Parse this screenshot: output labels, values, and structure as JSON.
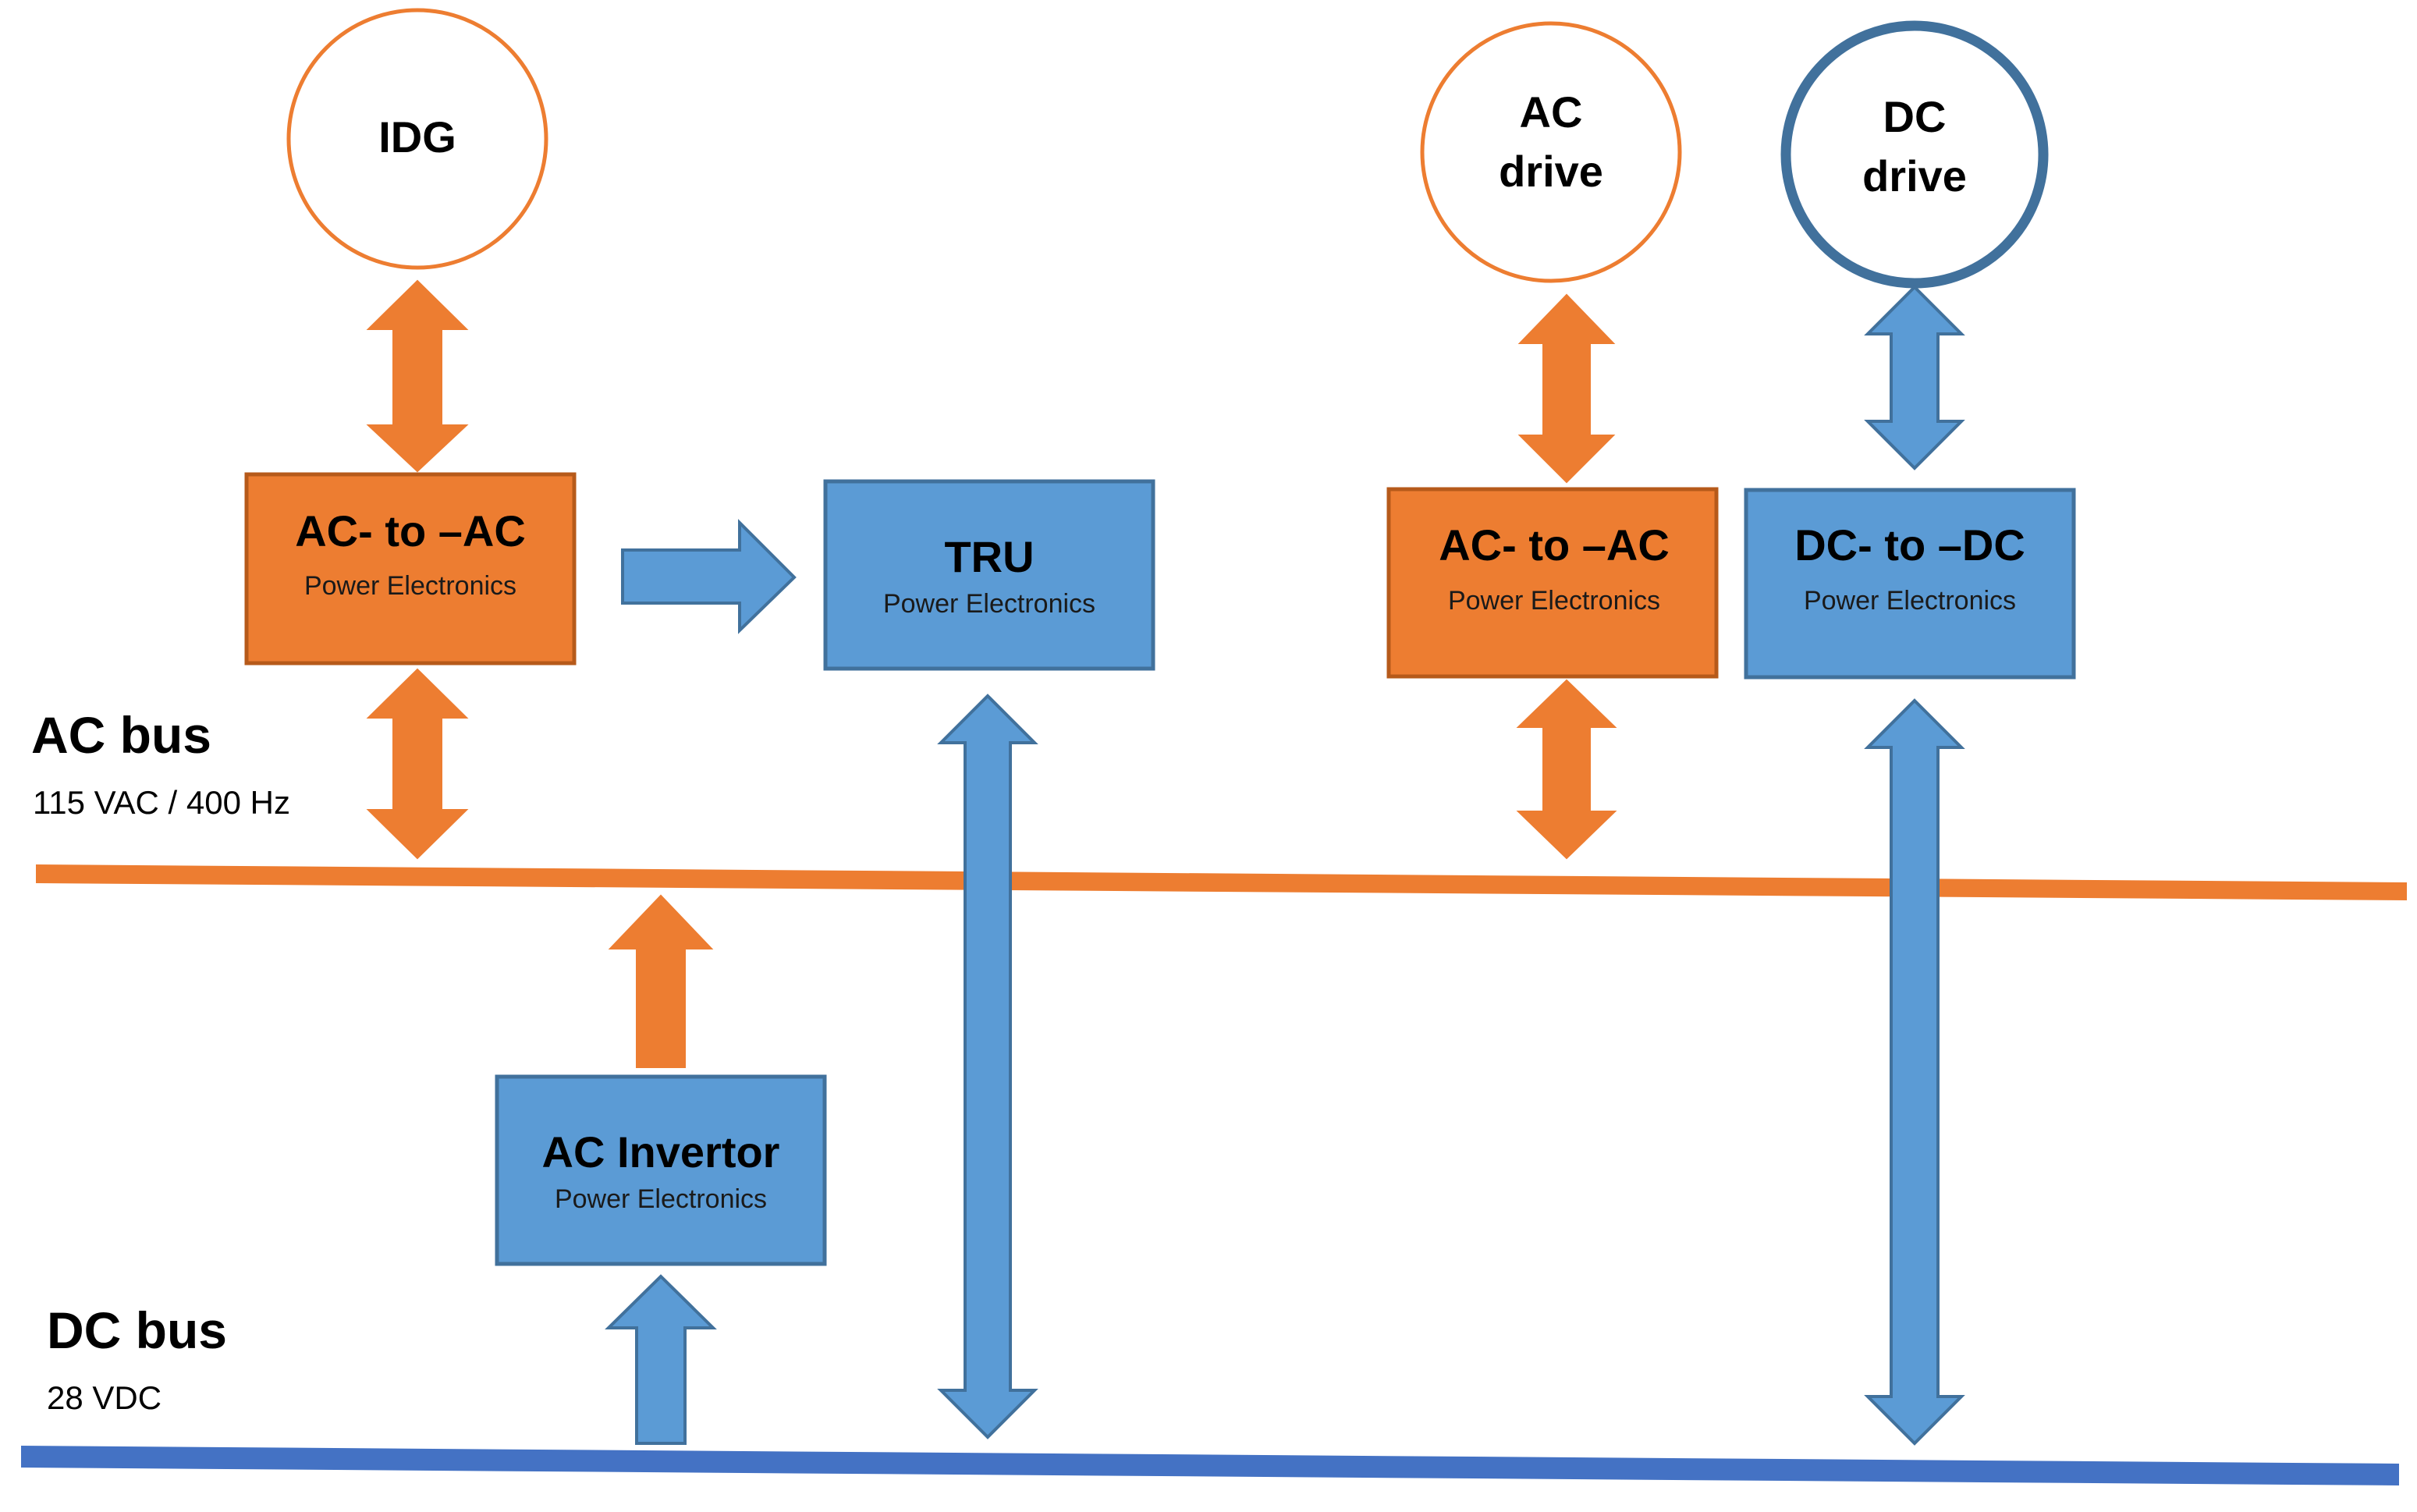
{
  "colors": {
    "orange": "#ED7D31",
    "orange_dark": "#B65A1A",
    "blue": "#5B9BD5",
    "blue_dark": "#41719C",
    "dc_bus": "#4472C4",
    "dc_drive_ring": "#41719C"
  },
  "sources": {
    "idg": "IDG",
    "ac_drive": [
      "AC",
      "drive"
    ],
    "dc_drive": [
      "DC",
      "drive"
    ]
  },
  "boxes": {
    "ac_to_ac_left": {
      "title": "AC- to –AC",
      "subtitle": "Power Electronics"
    },
    "tru": {
      "title": "TRU",
      "subtitle": "Power Electronics"
    },
    "ac_to_ac_right": {
      "title": "AC- to –AC",
      "subtitle": "Power Electronics"
    },
    "dc_to_dc": {
      "title": "DC- to –DC",
      "subtitle": "Power Electronics"
    },
    "ac_invertor": {
      "title": "AC Invertor",
      "subtitle": "Power Electronics"
    }
  },
  "buses": {
    "ac": {
      "name": "AC bus",
      "spec": "115 VAC / 400 Hz"
    },
    "dc": {
      "name": "DC bus",
      "spec": "28 VDC"
    }
  }
}
